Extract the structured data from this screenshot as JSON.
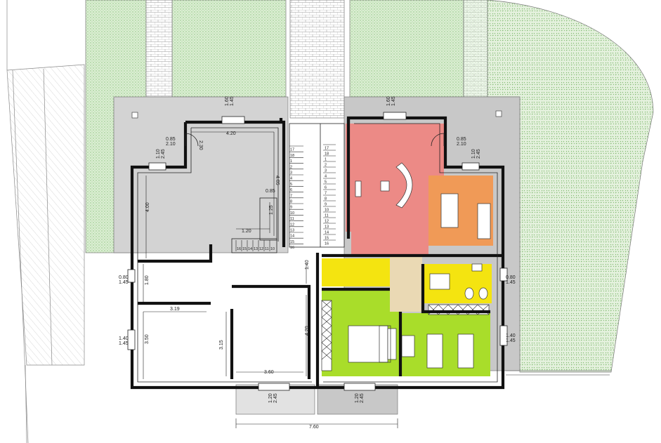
{
  "plan": {
    "colors": {
      "living": "#ec8a86",
      "kitchen": "#f09a57",
      "bath": "#f4e410",
      "corridor": "#ead9b4",
      "bedrooms": "#a9dd2a",
      "lawn": "#cfe8c4",
      "terrace": "#c8c8c8"
    },
    "dimensions": {
      "top_left_window": "1.60\n1.45",
      "top_right_window": "1.60\n1.45",
      "left_width": "4.20",
      "left_height": "4.05",
      "door_left": "0.85\n2.10",
      "door_right": "0.85\n2.10",
      "door_side_230": "2.30",
      "win_left_110": "1.10\n2.45",
      "win_right_110": "1.10\n2.45",
      "room_left_400": "4.00",
      "stair_085": "0.85",
      "stair_125": "1.25",
      "stair_120": "1.20",
      "side_left_080": "0.80\n1.45",
      "side_right_080": "0.80\n1.45",
      "vert_180": "1.80",
      "vert_140": "1.40",
      "width_319": "3.19",
      "side_left_140": "1.40\n1.45",
      "side_right_140": "1.40\n1.45",
      "vert_350": "3.50",
      "vert_315": "3.15",
      "vert_420": "4.20",
      "width_360": "3.60",
      "bottom_win_left": "1.20\n2.45",
      "bottom_win_right": "1.20\n2.45",
      "total_width": "7.60"
    },
    "stairs": {
      "left_flight": [
        "17",
        "18",
        "1",
        "2",
        "3",
        "4",
        "5",
        "6",
        "7",
        "8",
        "9",
        "10",
        "11",
        "12",
        "13",
        "14",
        "15",
        "16"
      ],
      "left_flight_display": [
        "17",
        "18",
        "1",
        "2",
        "3",
        "4",
        "5",
        "6",
        "7",
        "8",
        "9",
        "10",
        "11",
        "12"
      ],
      "right_flight": [
        "17",
        "18",
        "1",
        "2",
        "3",
        "4",
        "5",
        "6",
        "7",
        "8",
        "9",
        "10",
        "11",
        "12",
        "13",
        "14",
        "15",
        "16"
      ],
      "mid_landing": [
        "16",
        "15",
        "14",
        "13",
        "12",
        "11",
        "10"
      ]
    }
  }
}
